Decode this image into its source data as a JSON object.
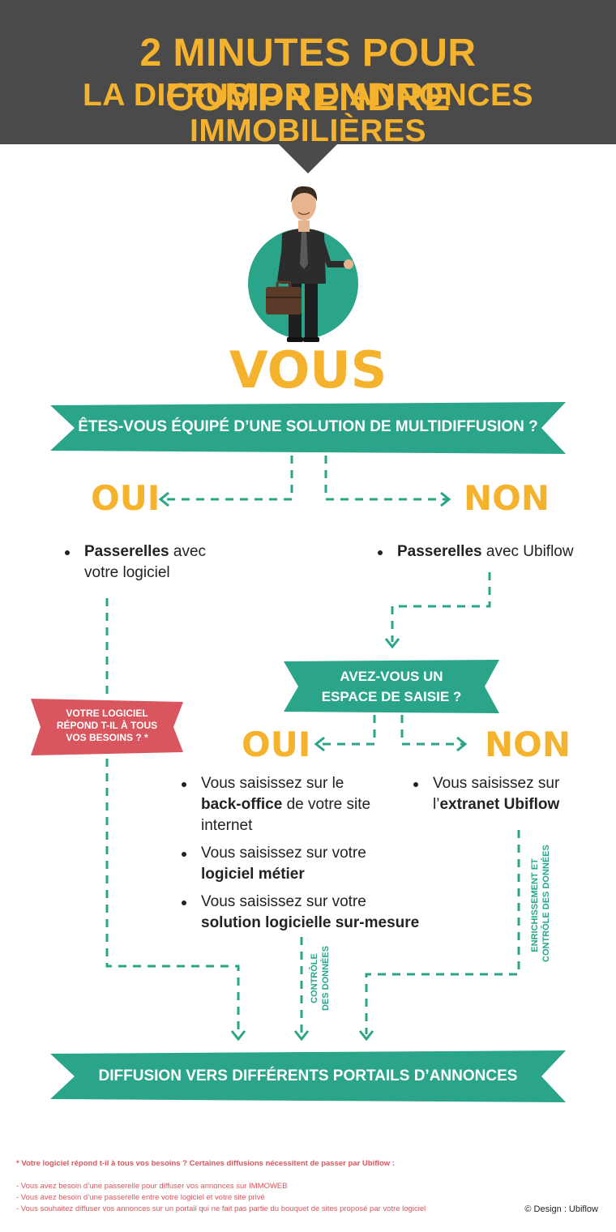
{
  "header": {
    "title_line1": "2 MINUTES POUR COMPRENDRE",
    "title_line2": "LA DIFFUSION D’ANNONCES IMMOBILIÈRES"
  },
  "subject": "VOUS",
  "question1": "ÊTES-VOUS ÉQUIPÉ D’UNE SOLUTION DE MULTIDIFFUSION ?",
  "branch1": {
    "yes_label": "OUI",
    "no_label": "NON",
    "yes_item_bold": "Passerelles",
    "yes_item_rest_1": " avec",
    "yes_item_rest_2": "votre logiciel",
    "no_item_bold": "Passerelles",
    "no_item_rest": " avec Ubiflow"
  },
  "side_question": {
    "line1": "VOTRE LOGICIEL",
    "line2": "RÉPOND T-IL À TOUS",
    "line3": "VOS BESOINS ? *"
  },
  "question2": {
    "line1": "AVEZ-VOUS UN",
    "line2": "ESPACE DE SAISIE ?"
  },
  "branch2": {
    "yes_label": "OUI",
    "no_label": "NON",
    "yes_items": [
      {
        "pre": "Vous saisissez sur le",
        "bold": "back-office",
        "post": " de votre site internet"
      },
      {
        "pre": "Vous saisissez sur votre ",
        "bold": "logiciel métier",
        "post": ""
      },
      {
        "pre": "Vous saisissez sur votre ",
        "bold": "solution logicielle sur-mesure",
        "post": ""
      }
    ],
    "no_item": {
      "pre": "Vous saisissez sur l’",
      "bold": "extranet Ubiflow"
    }
  },
  "annotations": {
    "controle_line1": "CONTRÔLE",
    "controle_line2": "DES DONNÉES",
    "enrichissement_line1": "ENRICHISSEMENT ET",
    "enrichissement_line2": "CONTRÔLE DES DONNÉES"
  },
  "final_banner": "DIFFUSION VERS DIFFÉRENTS PORTAILS D’ANNONCES",
  "footnotes": {
    "title": "* Votre logiciel répond t-il à tous vos besoins ? Certaines diffusions nécessitent de passer par Ubiflow :",
    "items": [
      "- Vous avez besoin d’une passerelle pour diffuser vos annonces sur IMMOWEB",
      "- Vous avez besoin d’une passerelle entre votre logiciel et votre site privé",
      "- Vous souhaitez diffuser vos annonces sur un portail qui ne fait pas partie du bouquet de sites proposé par votre logiciel"
    ]
  },
  "credit": "© Design : Ubiflow",
  "colors": {
    "header_bg": "#4a4a4a",
    "accent_yellow": "#f5b22d",
    "teal": "#2aa58a",
    "red": "#d9565f"
  }
}
